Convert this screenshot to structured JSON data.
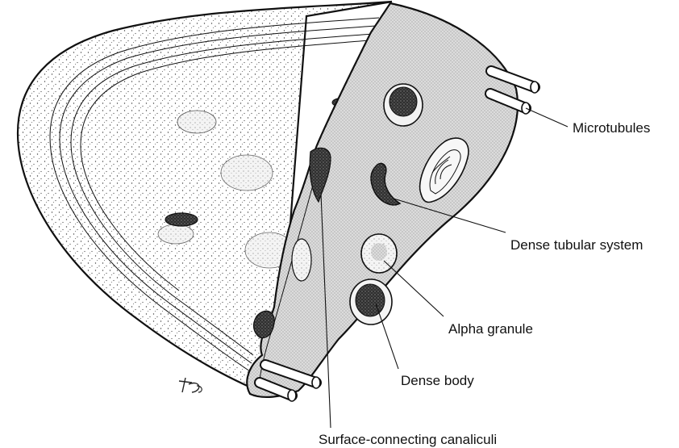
{
  "labels": {
    "microtubules": "Microtubules",
    "dense_tubular_system": "Dense tubular system",
    "alpha_granule": "Alpha granule",
    "dense_body": "Dense body",
    "surface_connecting_canaliculi": "Surface-connecting canaliculi"
  },
  "colors": {
    "ink": "#111111",
    "paper": "#ffffff",
    "section_fill": "#e4e4e4",
    "granule_dark": "#3a3a3a"
  }
}
